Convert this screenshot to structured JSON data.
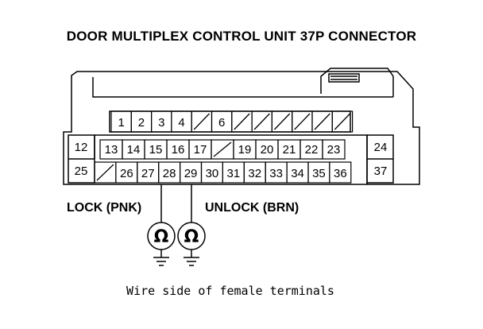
{
  "title": "DOOR MULTIPLEX CONTROL UNIT 37P CONNECTOR",
  "connector": {
    "row1": [
      "1",
      "2",
      "3",
      "4",
      "",
      "6",
      "",
      "",
      "",
      "",
      "",
      ""
    ],
    "row2_left": "12",
    "row2": [
      "13",
      "14",
      "15",
      "16",
      "17",
      "",
      "19",
      "20",
      "21",
      "22",
      "23"
    ],
    "row2_right": "24",
    "row3_left": "25",
    "row3": [
      "",
      "26",
      "27",
      "28",
      "29",
      "30",
      "31",
      "32",
      "33",
      "34",
      "35",
      "36"
    ],
    "row3_right": "37"
  },
  "probes": {
    "lock_label": "LOCK (PNK)",
    "unlock_label": "UNLOCK (BRN)",
    "meter_symbol": "Ω"
  },
  "caption": "Wire side of female terminals"
}
